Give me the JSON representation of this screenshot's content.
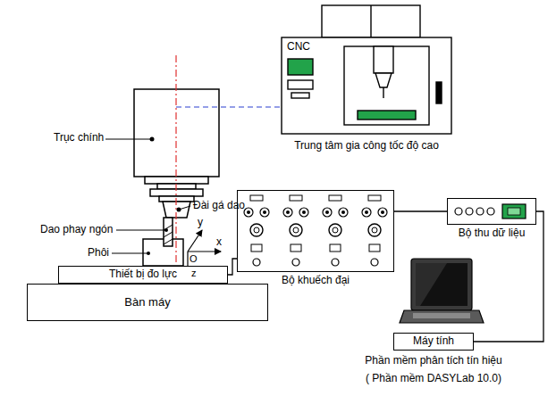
{
  "diagram": {
    "nodes": [
      {
        "text": [
          "Thiết bị đo lực"
        ]
      },
      {
        "text": [
          "Bàn máy"
        ]
      },
      {
        "text": [
          "Bộ khuếch đại"
        ]
      },
      {
        "text": [
          "Bộ thu dữ liệu"
        ]
      },
      {
        "text": [
          "Máy tính"
        ]
      }
    ],
    "edges": [
      {
        "from": 0,
        "to": 2,
        "arrow": "none"
      },
      {
        "from": 2,
        "to": 3,
        "arrow": "none"
      },
      {
        "from": 3,
        "to": 4,
        "arrow": "none"
      }
    ],
    "labels": [
      "Trục chính",
      "Đài gá dao",
      "Dao phay ngón",
      "Phôi",
      "y",
      "x",
      "O",
      "z",
      "CNC",
      "Trung tâm gia công tốc độ cao",
      "Phần mềm phân tích tín hiệu",
      "( Phần mềm DASYLab 10.0)"
    ]
  }
}
